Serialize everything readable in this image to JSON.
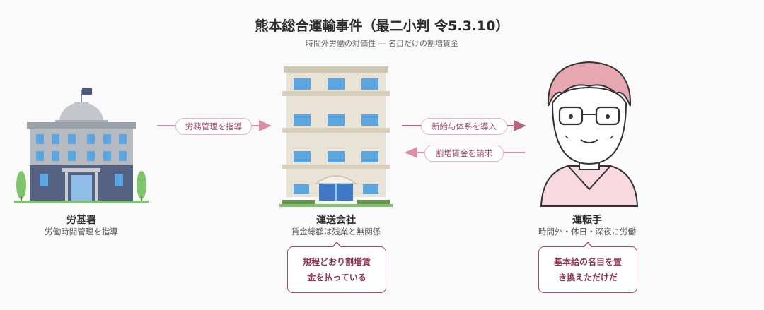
{
  "header": {
    "title": "熊本総合運輸事件（最二小判 令5.3.10）",
    "subtitle": "時間外労働の対価性 — 名目だけの割増賃金"
  },
  "nodes": {
    "labor_office": {
      "name": "労基署",
      "desc": "労働時間管理を指導"
    },
    "company": {
      "name": "運送会社",
      "desc": "賃金総額は残業と無関係",
      "note_line1": "規程どおり割増賃",
      "note_line2": "金を払っている"
    },
    "driver": {
      "name": "運転手",
      "desc": "時間外・休日・深夜に労働",
      "note_line1": "基本給の名目を置",
      "note_line2": "き換えただけだ"
    }
  },
  "arrows": {
    "guidance": "労務管理を指導",
    "new_wage_system": "新給与体系を導入",
    "overtime_claim": "割増賃金を請求"
  },
  "colors": {
    "arrow": "#d98ea3",
    "accent": "#a14b66",
    "driver_hair": "#e6a7b3",
    "driver_shirt": "#f8d9df"
  }
}
